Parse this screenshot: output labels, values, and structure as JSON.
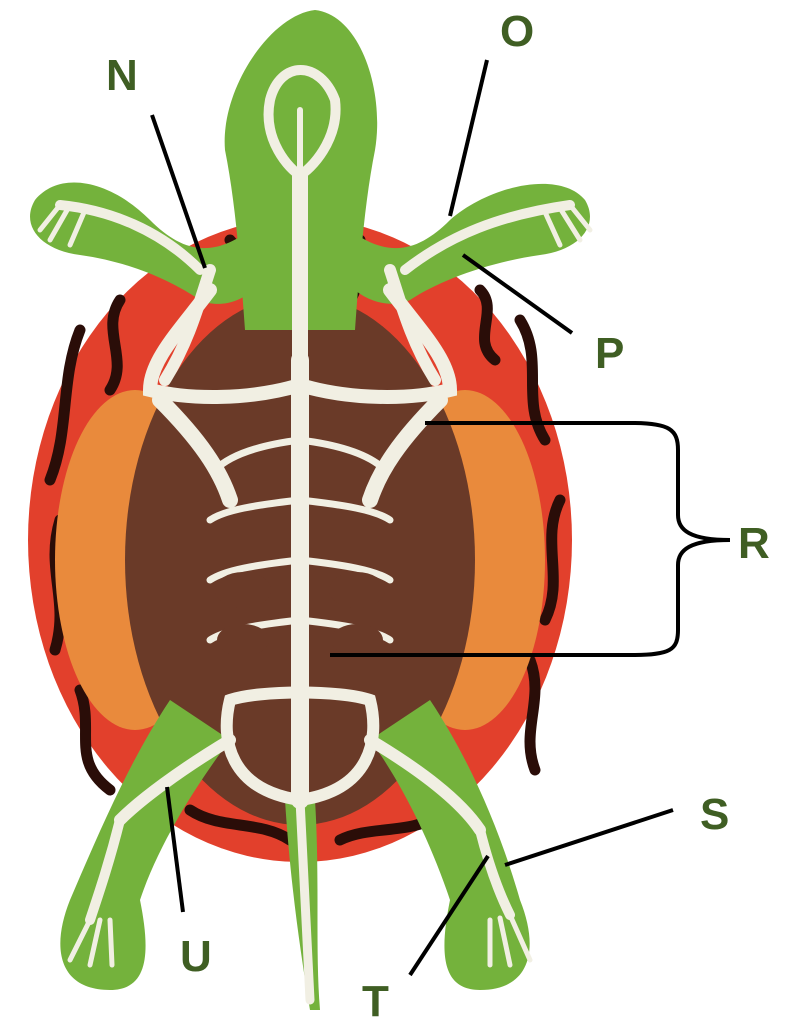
{
  "labels": {
    "N": "N",
    "O": "O",
    "P": "P",
    "R": "R",
    "S": "S",
    "T": "T",
    "U": "U"
  },
  "colors": {
    "body_green": "#74b23c",
    "dark_green": "#4f8a26",
    "shell_red": "#e2402c",
    "stripe_black": "#2a0d08",
    "inner_orange": "#e98a3c",
    "cavity_brown": "#6a3a28",
    "bone": "#f1efe3",
    "label_green": "#3f5e23",
    "leader": "#000000"
  },
  "icons": [
    "turtle-skeleton-illustration"
  ]
}
